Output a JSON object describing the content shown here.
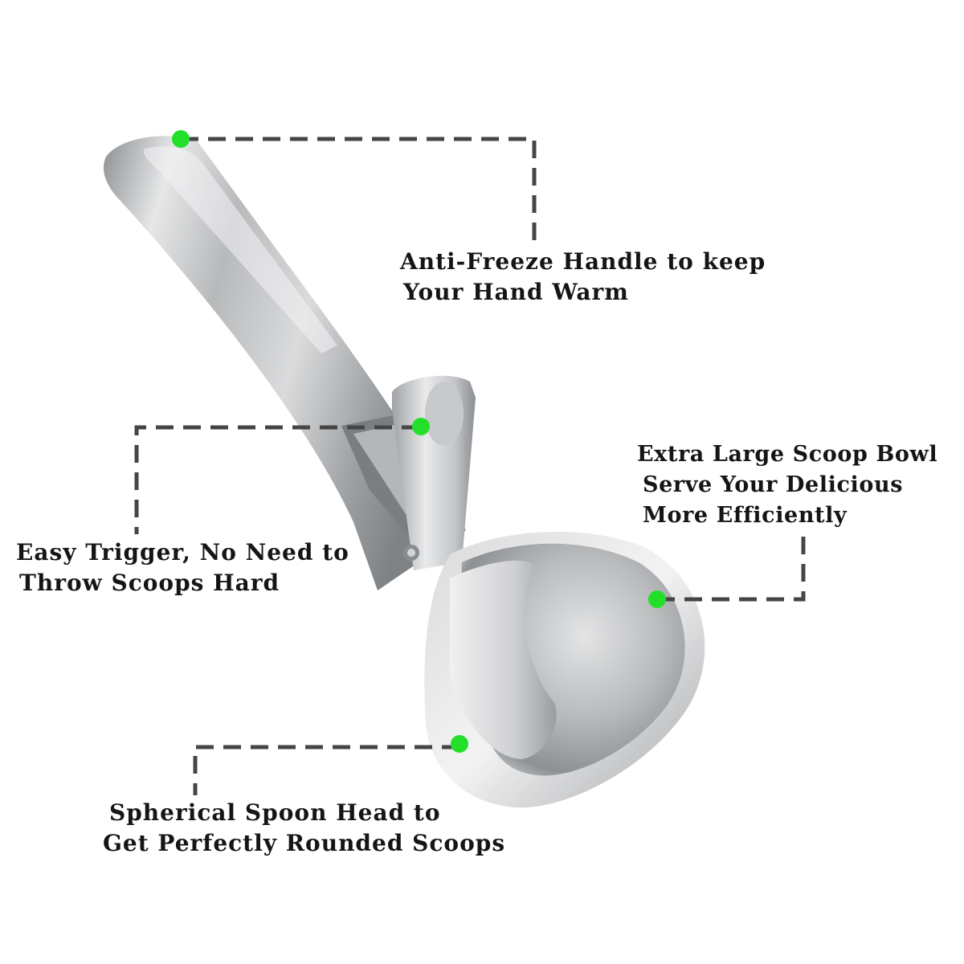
{
  "callouts": {
    "handle": {
      "line1": "Anti-Freeze Handle to keep",
      "line2": "Your Hand Warm"
    },
    "bowl": {
      "line1": "Extra Large Scoop Bowl",
      "line2": "Serve Your Delicious",
      "line3": "More Efficiently"
    },
    "trigger": {
      "line1": "Easy Trigger, No Need to",
      "line2": "Throw Scoops Hard"
    },
    "head": {
      "line1": "Spherical Spoon Head to",
      "line2": "Get Perfectly Rounded Scoops"
    }
  },
  "colors": {
    "background": "#ffffff",
    "marker_dot": "#22e02a",
    "leader_line": "#454545",
    "text": "#151515"
  },
  "icons": {
    "marker": "green-dot"
  }
}
